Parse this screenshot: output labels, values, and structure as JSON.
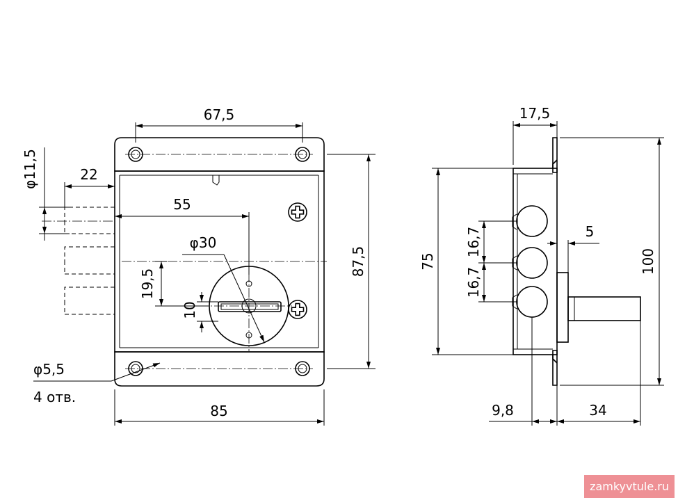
{
  "drawing": {
    "front_view": {
      "width_top": "67,5",
      "hole_dia": "φ11,5",
      "offset_22": "22",
      "dist_55": "55",
      "cyl_dia": "φ30",
      "dim_19_5": "19,5",
      "dim_10": "10",
      "height_87_5": "87,5",
      "mount_hole": "φ5,5",
      "holes_count": "4 отв.",
      "width_total": "85"
    },
    "side_view": {
      "depth_17_5": "17,5",
      "height_75": "75",
      "bolt_pitch_1": "16,7",
      "bolt_pitch_2": "16,7",
      "gap_5": "5",
      "height_100": "100",
      "dim_9_8": "9,8",
      "dim_34": "34"
    }
  },
  "watermark": "zamkyvtule.ru"
}
